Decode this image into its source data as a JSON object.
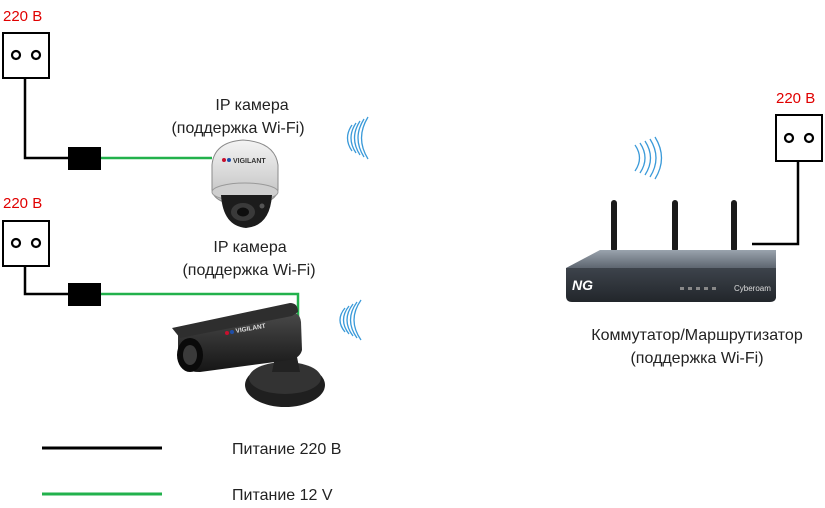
{
  "sockets": {
    "socket_1_voltage": "220 В",
    "socket_2_voltage": "220 В",
    "socket_3_voltage": "220 В"
  },
  "cameras": {
    "camera_1_label_line1": "IP камера",
    "camera_1_label_line2": "(поддержка Wi-Fi)",
    "camera_2_label_line1": "IP камера",
    "camera_2_label_line2": "(поддержка Wi-Fi)",
    "brand": "VIGILANT"
  },
  "router": {
    "label_line1": "Коммутатор/Маршрутизатор",
    "label_line2": "(поддержка Wi-Fi)",
    "brand": "Cyberoam",
    "logo": "NG"
  },
  "legend": {
    "item_1": "Питание 220 В",
    "item_2": "Питание 12 V"
  },
  "colors": {
    "power_220": "#000000",
    "power_12": "#22b14c",
    "voltage_text": "#e00000"
  }
}
